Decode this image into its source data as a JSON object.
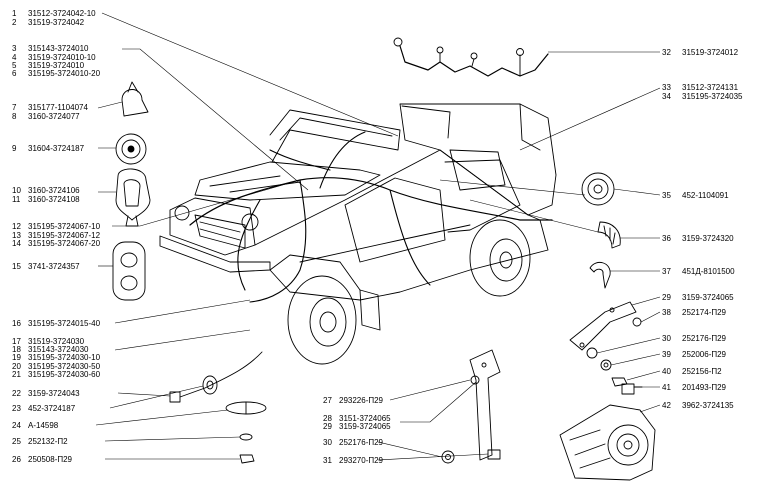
{
  "left_callouts": [
    {
      "n": "1",
      "part": "31512-3724042-10"
    },
    {
      "n": "2",
      "part": "31519-3724042"
    },
    {
      "n": "3",
      "part": "315143-3724010"
    },
    {
      "n": "4",
      "part": "31519-3724010-10"
    },
    {
      "n": "5",
      "part": "31519-3724010"
    },
    {
      "n": "6",
      "part": "315195-3724010-20"
    },
    {
      "n": "7",
      "part": "315177-1104074"
    },
    {
      "n": "8",
      "part": "3160-3724077"
    },
    {
      "n": "9",
      "part": "31604-3724187"
    },
    {
      "n": "10",
      "part": "3160-3724106"
    },
    {
      "n": "11",
      "part": "3160-3724108"
    },
    {
      "n": "12",
      "part": "315195-3724067-10"
    },
    {
      "n": "13",
      "part": "315195-3724067-12"
    },
    {
      "n": "14",
      "part": "315195-3724067-20"
    },
    {
      "n": "15",
      "part": "3741-3724357"
    },
    {
      "n": "16",
      "part": "315195-3724015-40"
    },
    {
      "n": "17",
      "part": "31519-3724030"
    },
    {
      "n": "18",
      "part": "315143-3724030"
    },
    {
      "n": "19",
      "part": "315195-3724030-10"
    },
    {
      "n": "20",
      "part": "315195-3724030-50"
    },
    {
      "n": "21",
      "part": "315195-3724030-60"
    },
    {
      "n": "22",
      "part": "3159-3724043"
    },
    {
      "n": "23",
      "part": "452-3724187"
    },
    {
      "n": "24",
      "part": "A-14598"
    },
    {
      "n": "25",
      "part": "252132-П2"
    },
    {
      "n": "26",
      "part": "250508-П29"
    }
  ],
  "center_callouts": [
    {
      "n": "27",
      "part": "293226-П29"
    },
    {
      "n": "28",
      "part": "3151-3724065"
    },
    {
      "n": "29",
      "part": "3159-3724065"
    },
    {
      "n": "30",
      "part": "252176-П29"
    },
    {
      "n": "31",
      "part": "293270-П29"
    }
  ],
  "right_callouts": [
    {
      "n": "32",
      "part": "31519-3724012"
    },
    {
      "n": "33",
      "part": "31512-3724131"
    },
    {
      "n": "34",
      "part": "315195-3724035"
    },
    {
      "n": "35",
      "part": "452-1104091"
    },
    {
      "n": "36",
      "part": "3159-3724320"
    },
    {
      "n": "37",
      "part": "451Д-8101500"
    },
    {
      "n": "29",
      "part": "3159-3724065"
    },
    {
      "n": "38",
      "part": "252174-П29"
    },
    {
      "n": "30",
      "part": "252176-П29"
    },
    {
      "n": "39",
      "part": "252006-П29"
    },
    {
      "n": "40",
      "part": "252156-П2"
    },
    {
      "n": "41",
      "part": "201493-П29"
    },
    {
      "n": "42",
      "part": "3962-3724135"
    }
  ]
}
